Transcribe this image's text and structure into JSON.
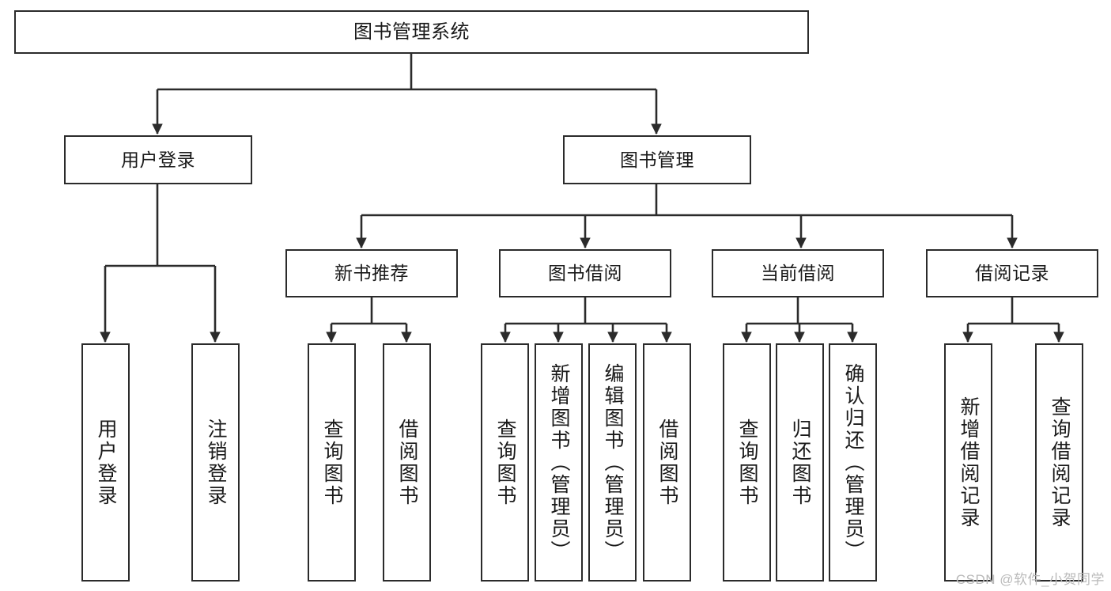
{
  "diagram": {
    "title": "图书管理系统",
    "watermark": "CSDN @软件_小贺同学",
    "colors": {
      "stroke": "#2b2b2b",
      "fill": "#ffffff",
      "text": "#1a1a1a",
      "watermark": "#b9b9b9"
    },
    "root": {
      "label": "图书管理系统"
    },
    "level2": [
      {
        "label": "用户登录"
      },
      {
        "label": "图书管理"
      }
    ],
    "level3": [
      {
        "label": "新书推荐"
      },
      {
        "label": "图书借阅"
      },
      {
        "label": "当前借阅"
      },
      {
        "label": "借阅记录"
      }
    ],
    "leaves": {
      "user_login": [
        {
          "label": "用户登录"
        },
        {
          "label": "注销登录"
        }
      ],
      "new_book_recommend": [
        {
          "label": "查询图书"
        },
        {
          "label": "借阅图书"
        }
      ],
      "book_borrow": [
        {
          "label": "查询图书"
        },
        {
          "label": "新增图书（管理员）"
        },
        {
          "label": "编辑图书（管理员）"
        },
        {
          "label": "借阅图书"
        }
      ],
      "current_borrow": [
        {
          "label": "查询图书"
        },
        {
          "label": "归还图书"
        },
        {
          "label": "确认归还（管理员）"
        }
      ],
      "borrow_record": [
        {
          "label": "新增借阅记录"
        },
        {
          "label": "查询借阅记录"
        }
      ]
    }
  }
}
